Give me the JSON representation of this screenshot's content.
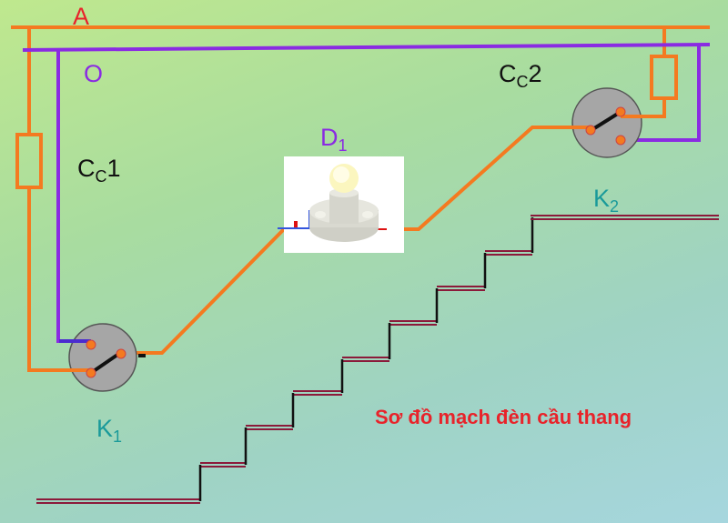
{
  "labels": {
    "phase": "A",
    "neutral": "O",
    "fuse1_main": "C",
    "fuse1_sub": "C",
    "fuse1_num": "1",
    "fuse2_main": "C",
    "fuse2_sub": "C",
    "fuse2_num": "2",
    "lamp_main": "D",
    "lamp_sub": "1",
    "switch1_main": "K",
    "switch1_sub": "1",
    "switch2_main": "K",
    "switch2_sub": "2"
  },
  "title": "Sơ đồ mạch đèn cầu thang",
  "colors": {
    "phase": "#f47a20",
    "neutral": "#8a2be2",
    "title": "#e8232a",
    "stairs": "#8b1a3a"
  }
}
